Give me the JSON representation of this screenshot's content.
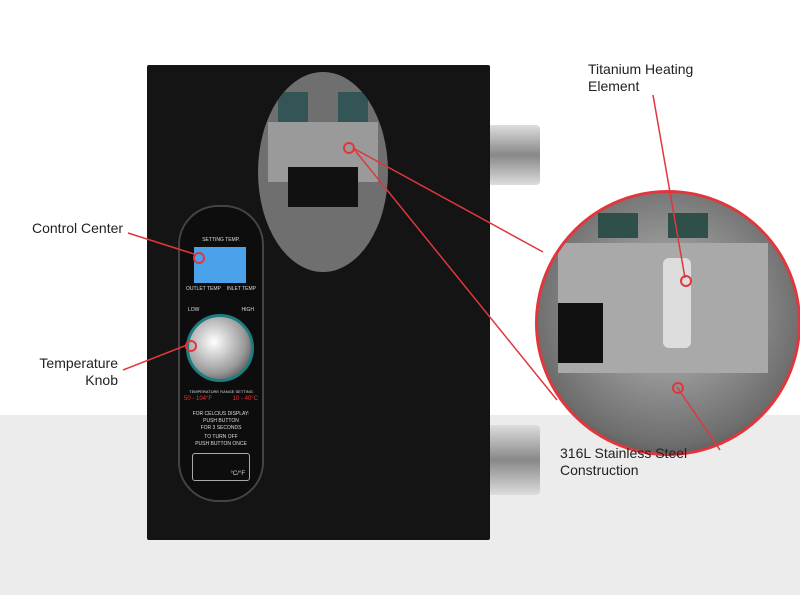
{
  "callouts": {
    "control_center": "Control Center",
    "temperature_knob_1": "Temperature",
    "temperature_knob_2": "Knob",
    "titanium_1": "Titanium Heating",
    "titanium_2": "Element",
    "steel_1": "316L Stainless Steel",
    "steel_2": "Construction"
  },
  "panel": {
    "setting_temp": "SETTING TEMP.",
    "outlet_temp": "OUTLET TEMP",
    "inlet_temp": "INLET TEMP",
    "low": "LOW",
    "high": "HIGH",
    "range_title": "TEMPERATURE RANGE SETTING",
    "range_f": "50 - 104°F",
    "range_c": "10 - 40°C",
    "instr1": "FOR CELCIUS DISPLAY:",
    "instr2": "PUSH BUTTON",
    "instr3": "FOR 3 SECONDS",
    "instr4": "TO TURN OFF",
    "instr5": "PUSH BUTTON ONCE",
    "btn_text": "°C/°F"
  },
  "colors": {
    "accent": "#e0373d",
    "lcd": "#4aa3ea"
  }
}
